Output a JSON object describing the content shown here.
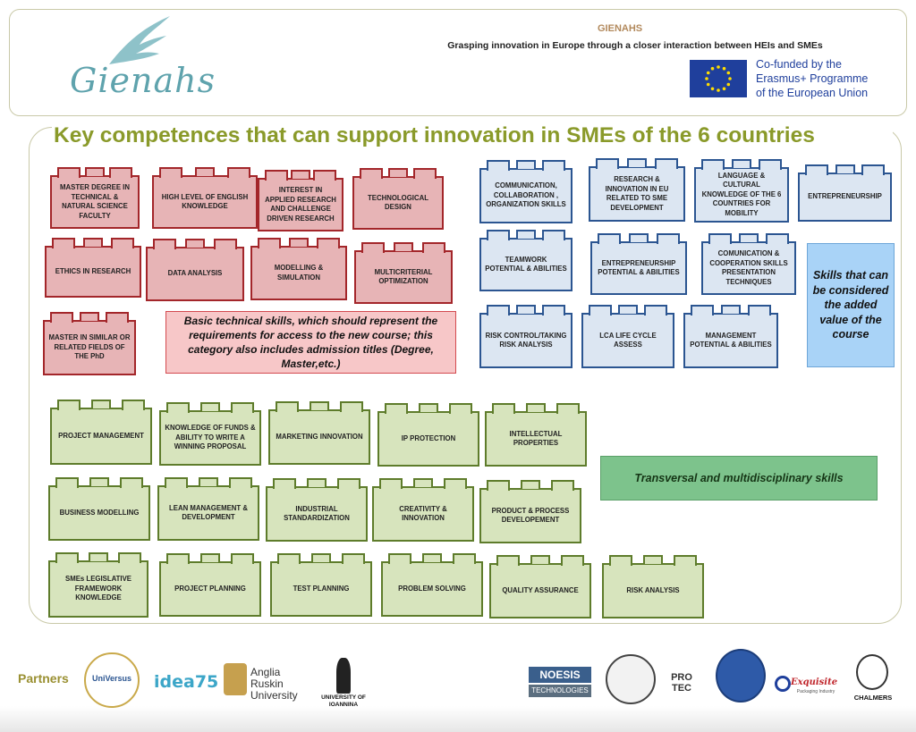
{
  "header": {
    "logo_text": "Gienahs",
    "title": "GIENAHS",
    "subtitle": "Grasping innovation in Europe  through a closer interaction between HEIs and SMEs",
    "eu_lines": [
      "Co-funded by the",
      "Erasmus+ Programme",
      "of the European Union"
    ]
  },
  "main_title": "Key competences that can support innovation in SMEs of the 6 countries",
  "red_bricks": [
    "MASTER DEGREE IN TECHNICAL & NATURAL SCIENCE FACULTY",
    "HIGH  LEVEL OF ENGLISH KNOWLEDGE",
    "INTEREST IN APPLIED RESEARCH AND CHALLENGE DRIVEN RESEARCH",
    "TECHNOLOGICAL DESIGN",
    "ETHICS IN RESEARCH",
    "DATA ANALYSIS",
    "MODELLING & SIMULATION",
    "MULTICRITERIAL OPTIMIZATION",
    "MASTER IN SIMILAR OR RELATED FIELDS OF THE PhD"
  ],
  "blue_bricks": [
    "COMMUNICATION, COLLABORATION , ORGANIZATION SKILLS",
    "RESEARCH & INNOVATION IN EU RELATED TO SME DEVELOPMENT",
    "LANGUAGE & CULTURAL KNOWLEDGE OF THE 6 COUNTRIES FOR MOBILITY",
    "ENTREPRENEURSHIP",
    "TEAMWORK POTENTIAL & ABILITIES",
    "ENTREPRENEURSHIP POTENTIAL & ABILITIES",
    "COMUNICATION & COOPERATION SKILLS PRESENTATION TECHNIQUES",
    "RISK CONTROL/TAKING RISK ANALYSIS",
    "LCA LIFE CYCLE ASSESS",
    "MANAGEMENT POTENTIAL & ABILITIES"
  ],
  "green_bricks": [
    "PROJECT MANAGEMENT",
    "KNOWLEDGE OF FUNDS & ABILITY TO WRITE A WINNING PROPOSAL",
    "MARKETING INNOVATION",
    "IP PROTECTION",
    "INTELLECTUAL PROPERTIES",
    "BUSINESS MODELLING",
    "LEAN MANAGEMENT & DEVELOPMENT",
    "INDUSTRIAL STANDARDIZATION",
    "CREATIVITY & INNOVATION",
    "PRODUCT & PROCESS DEVELOPEMENT",
    "SMEs LEGISLATIVE FRAMEWORK KNOWLEDGE",
    "PROJECT PLANNING",
    "TEST PLANNING",
    "PROBLEM SOLVING",
    "QUALITY ASSURANCE",
    "RISK ANALYSIS"
  ],
  "legend": {
    "basic": "Basic technical skills, which should represent the requirements for access to the new course; this category also includes admission titles (Degree, Master,etc.)",
    "added": "Skills that can be considered the added value of the course",
    "transversal": "Transversal and multidisciplinary skills"
  },
  "partners": {
    "label": "Partners",
    "logos": [
      "UniVersus",
      "idea75",
      "Anglia Ruskin University",
      "UNIVERSITY OF IOANNINA",
      "NOESIS",
      "TECHNOLOGIES",
      "PRO TEC",
      "Exquisite",
      "Packaging Industry",
      "CHALMERS"
    ]
  },
  "colors": {
    "red_border": "#a3262a",
    "blue_border": "#2b5591",
    "green_border": "#5e7c2b",
    "title": "#8a9a2a"
  }
}
